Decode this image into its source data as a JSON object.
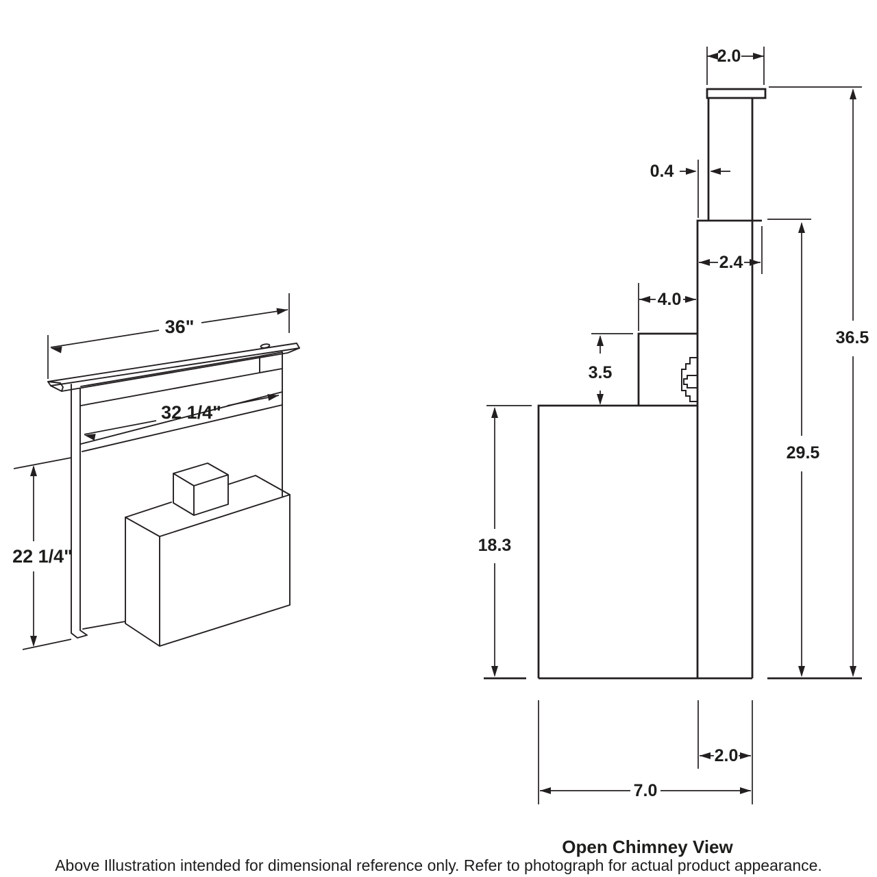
{
  "figure_left": {
    "name": "isometric downdraft vent illustration",
    "dim_overall_width": "36\"",
    "dim_cutout_width": "32 1/4\"",
    "dim_body_height": "22 1/4\""
  },
  "figure_right": {
    "title": "Open Chimney View",
    "dims": {
      "cap_width": "2.0",
      "duct_offset": "0.4",
      "chimney_width": "2.4",
      "plenum_width": "4.0",
      "plenum_height": "3.5",
      "total_height": "36.5",
      "chimney_height": "29.5",
      "body_height": "18.3",
      "chimney_depth": "2.0",
      "body_depth": "7.0"
    }
  },
  "caption": "Above Illustration intended for dimensional reference only. Refer to photograph for actual product appearance.",
  "colors": {
    "line": "#231f20",
    "background": "#ffffff"
  }
}
